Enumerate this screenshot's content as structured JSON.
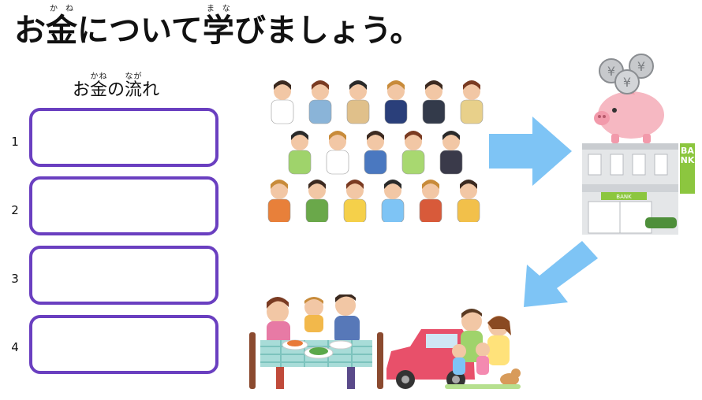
{
  "title": {
    "segments": [
      {
        "text": "お",
        "ruby": ""
      },
      {
        "text": "金",
        "ruby": "かね"
      },
      {
        "text": "について",
        "ruby": ""
      },
      {
        "text": "学",
        "ruby": "まな"
      },
      {
        "text": "びましょう。",
        "ruby": ""
      }
    ]
  },
  "subtitle": {
    "segments": [
      {
        "text": "お",
        "ruby": ""
      },
      {
        "text": "金",
        "ruby": "かね"
      },
      {
        "text": "の",
        "ruby": ""
      },
      {
        "text": "流",
        "ruby": "なが"
      },
      {
        "text": "れ",
        "ruby": ""
      }
    ]
  },
  "flow_boxes": [
    {
      "number": "1",
      "value": ""
    },
    {
      "number": "2",
      "value": ""
    },
    {
      "number": "3",
      "value": ""
    },
    {
      "number": "4",
      "value": ""
    }
  ],
  "bank": {
    "sign_vertical": "BANK",
    "sign_front": "BANK"
  },
  "colors": {
    "box_border": "#6a3fc0",
    "arrow": "#7ec4f5",
    "bank_green": "#8cc63f",
    "pig": "#f6b8c2",
    "car": "#e8506a"
  },
  "images": {
    "workers": "workers-illustration",
    "savings": "piggy-bank-coins-illustration",
    "bank": "bank-building-illustration",
    "family_meal": "family-dinner-illustration",
    "family_car": "family-car-illustration"
  }
}
